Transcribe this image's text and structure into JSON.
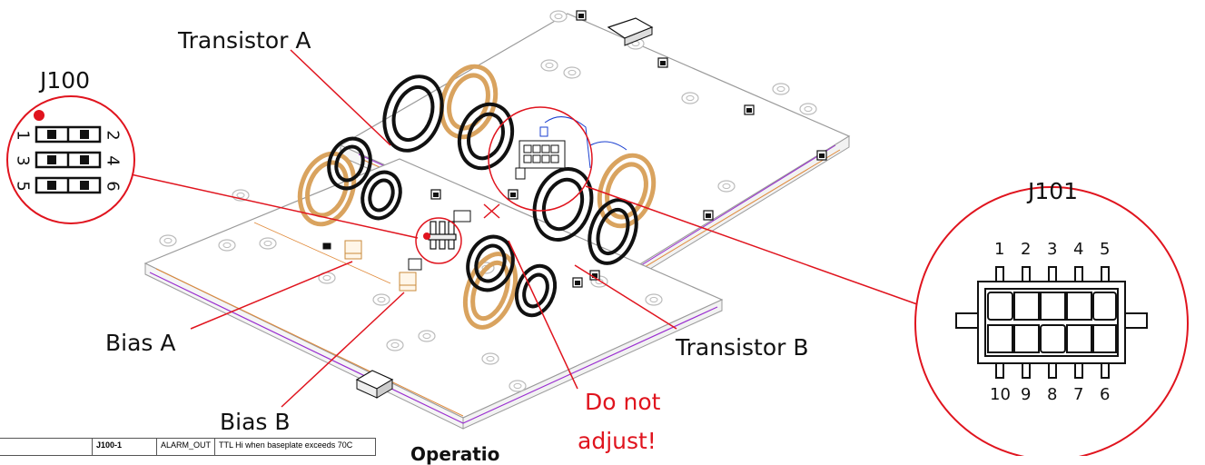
{
  "labels": {
    "transistor_a": "Transistor A",
    "transistor_b": "Transistor B",
    "bias_a": "Bias A",
    "bias_b": "Bias B",
    "j100": "J100",
    "j101": "J101",
    "warning_line1": "Do not",
    "warning_line2": "adjust!",
    "partial_heading": "Operatio"
  },
  "j100_pins": [
    "1",
    "2",
    "3",
    "4",
    "5",
    "6"
  ],
  "j101_top_pins": [
    "1",
    "2",
    "3",
    "4",
    "5"
  ],
  "j101_bottom_pins": [
    "10",
    "9",
    "8",
    "7",
    "6"
  ],
  "pin_table": {
    "rows": [
      {
        "blank": "",
        "pin": "J100-1",
        "signal": "ALARM_OUT",
        "description": "TTL Hi when baseplate exceeds 70C"
      }
    ]
  },
  "colors": {
    "leader_line": "#e0141e",
    "warning_text": "#e0141e",
    "coil_copper": "#d9a35f",
    "coil_black": "#111111",
    "board_outline": "#9a2fd0",
    "board_edge": "#e08a3a"
  }
}
